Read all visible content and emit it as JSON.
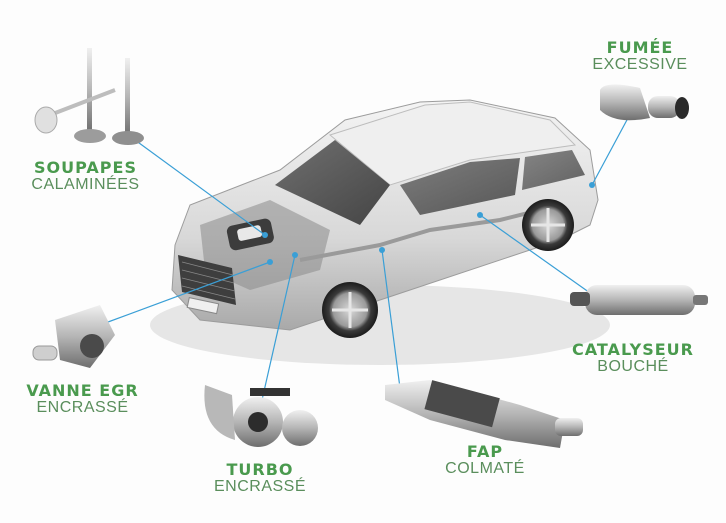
{
  "title": "Car engine problems illustration",
  "colors": {
    "label_title": "#4a9a4e",
    "label_sub": "#5a8e5c",
    "connector": "#3a9fd6",
    "background": "#fdfdfd"
  },
  "labels": [
    {
      "id": "soupapes",
      "title": "SOUPAPES",
      "subtitle": "CALAMINÉES"
    },
    {
      "id": "fumee",
      "title": "FUMÉE",
      "subtitle": "EXCESSIVE"
    },
    {
      "id": "catalyseur",
      "title": "CATALYSEUR",
      "subtitle": "BOUCHÉ"
    },
    {
      "id": "vanne-egr",
      "title": "VANNE EGR",
      "subtitle": "ENCRASSÉ"
    },
    {
      "id": "turbo",
      "title": "TURBO",
      "subtitle": "ENCRASSÉ"
    },
    {
      "id": "fap",
      "title": "FAP",
      "subtitle": "COLMATÉ"
    }
  ],
  "parts": [
    "valves",
    "exhaust-tip",
    "catalytic-converter",
    "egr-valve",
    "turbocharger",
    "particulate-filter"
  ],
  "car": "silver station wagon cutaway"
}
